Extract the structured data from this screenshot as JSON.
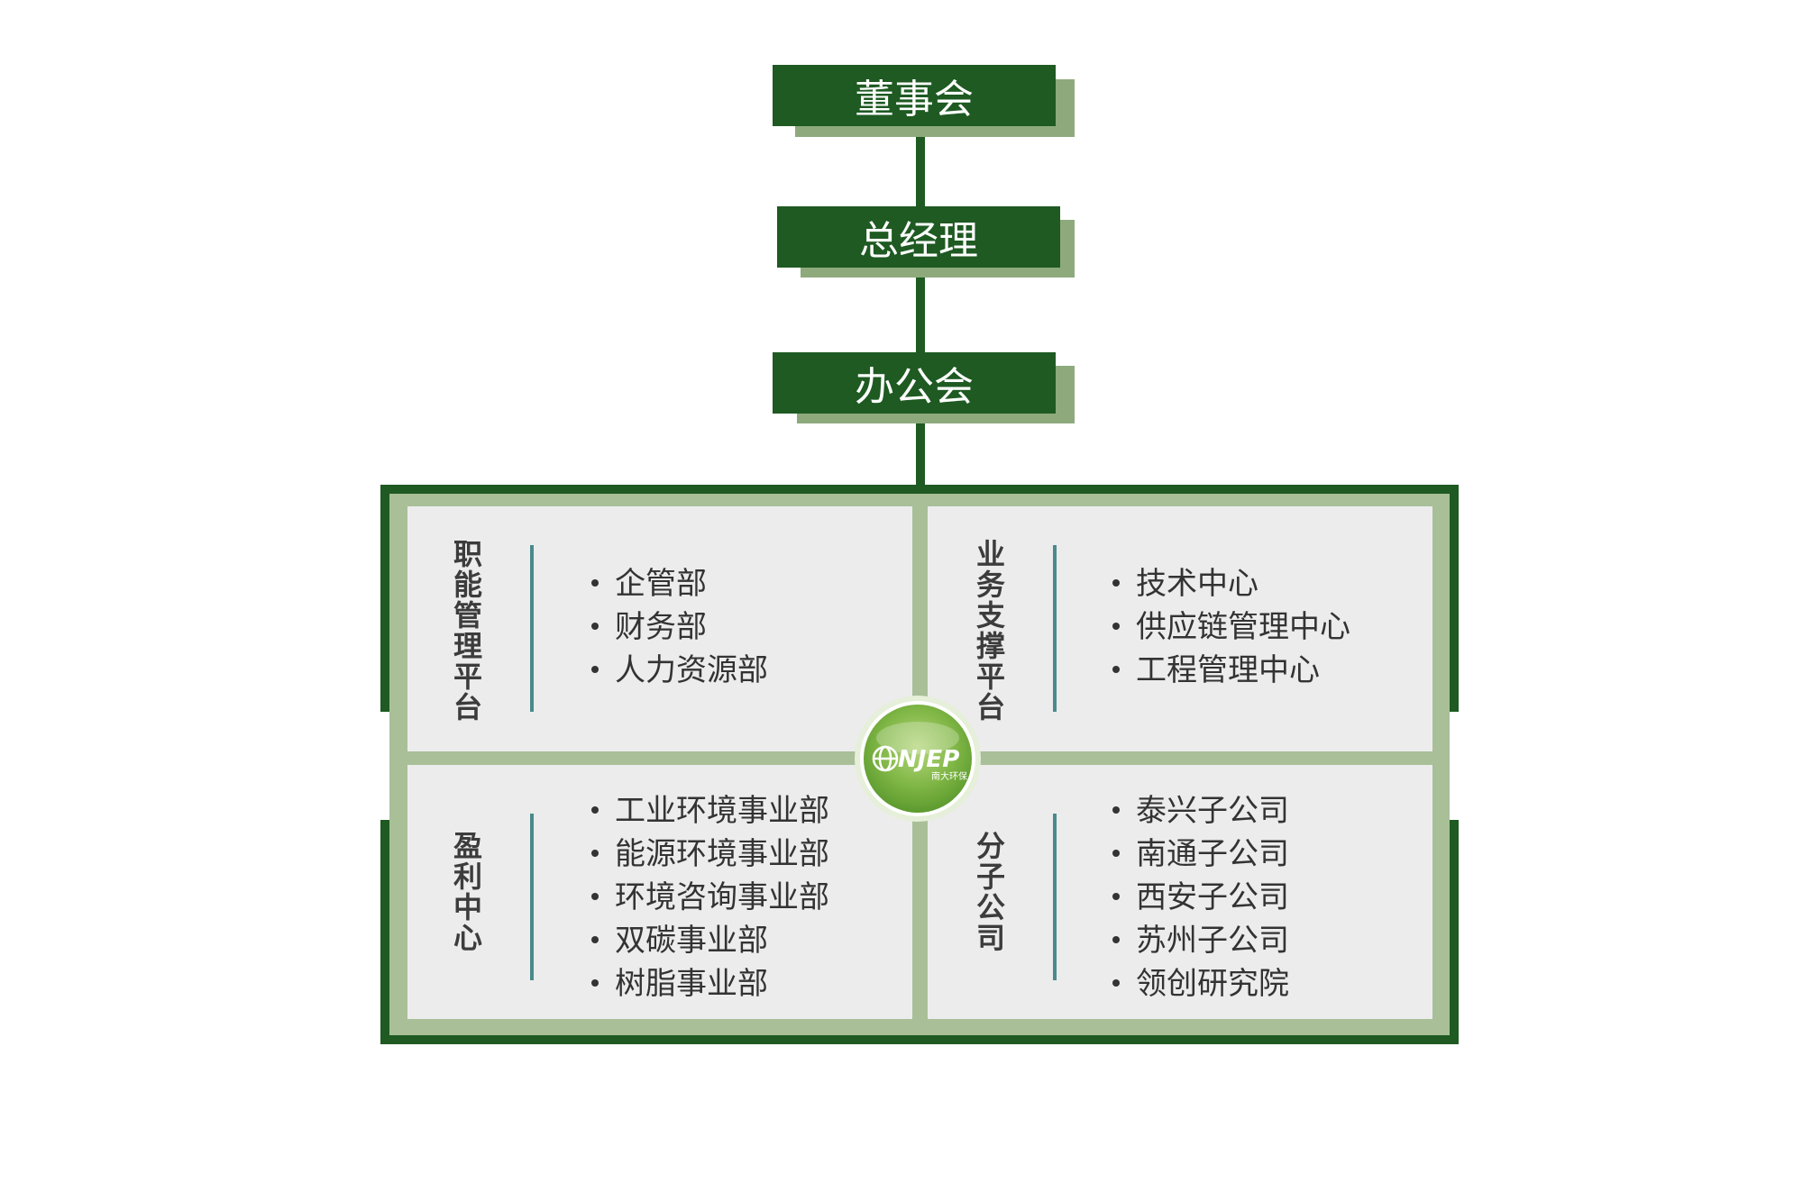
{
  "top_nodes": [
    "董事会",
    "总经理",
    "办公会"
  ],
  "quadrants": {
    "top_left": {
      "title": "职能管理平台",
      "items": [
        "企管部",
        "财务部",
        "人力资源部"
      ]
    },
    "top_right": {
      "title": "业务支撑平台",
      "items": [
        "技术中心",
        "供应链管理中心",
        "工程管理中心"
      ]
    },
    "bottom_left": {
      "title": "盈利中心",
      "items": [
        "工业环境事业部",
        "能源环境事业部",
        "环境咨询事业部",
        "双碳事业部",
        "树脂事业部"
      ]
    },
    "bottom_right": {
      "title": "分子公司",
      "items": [
        "泰兴子公司",
        "南通子公司",
        "西安子公司",
        "苏州子公司",
        "领创研究院"
      ]
    }
  },
  "logo": {
    "text": "NJEP",
    "subtext": "南大环保"
  },
  "colors": {
    "dark_green": "#1e5a22",
    "light_green": "#a9bf98",
    "shadow_green": "#8eaa7c",
    "panel_gray": "#ececec",
    "divider_teal": "#4a8a8c"
  }
}
